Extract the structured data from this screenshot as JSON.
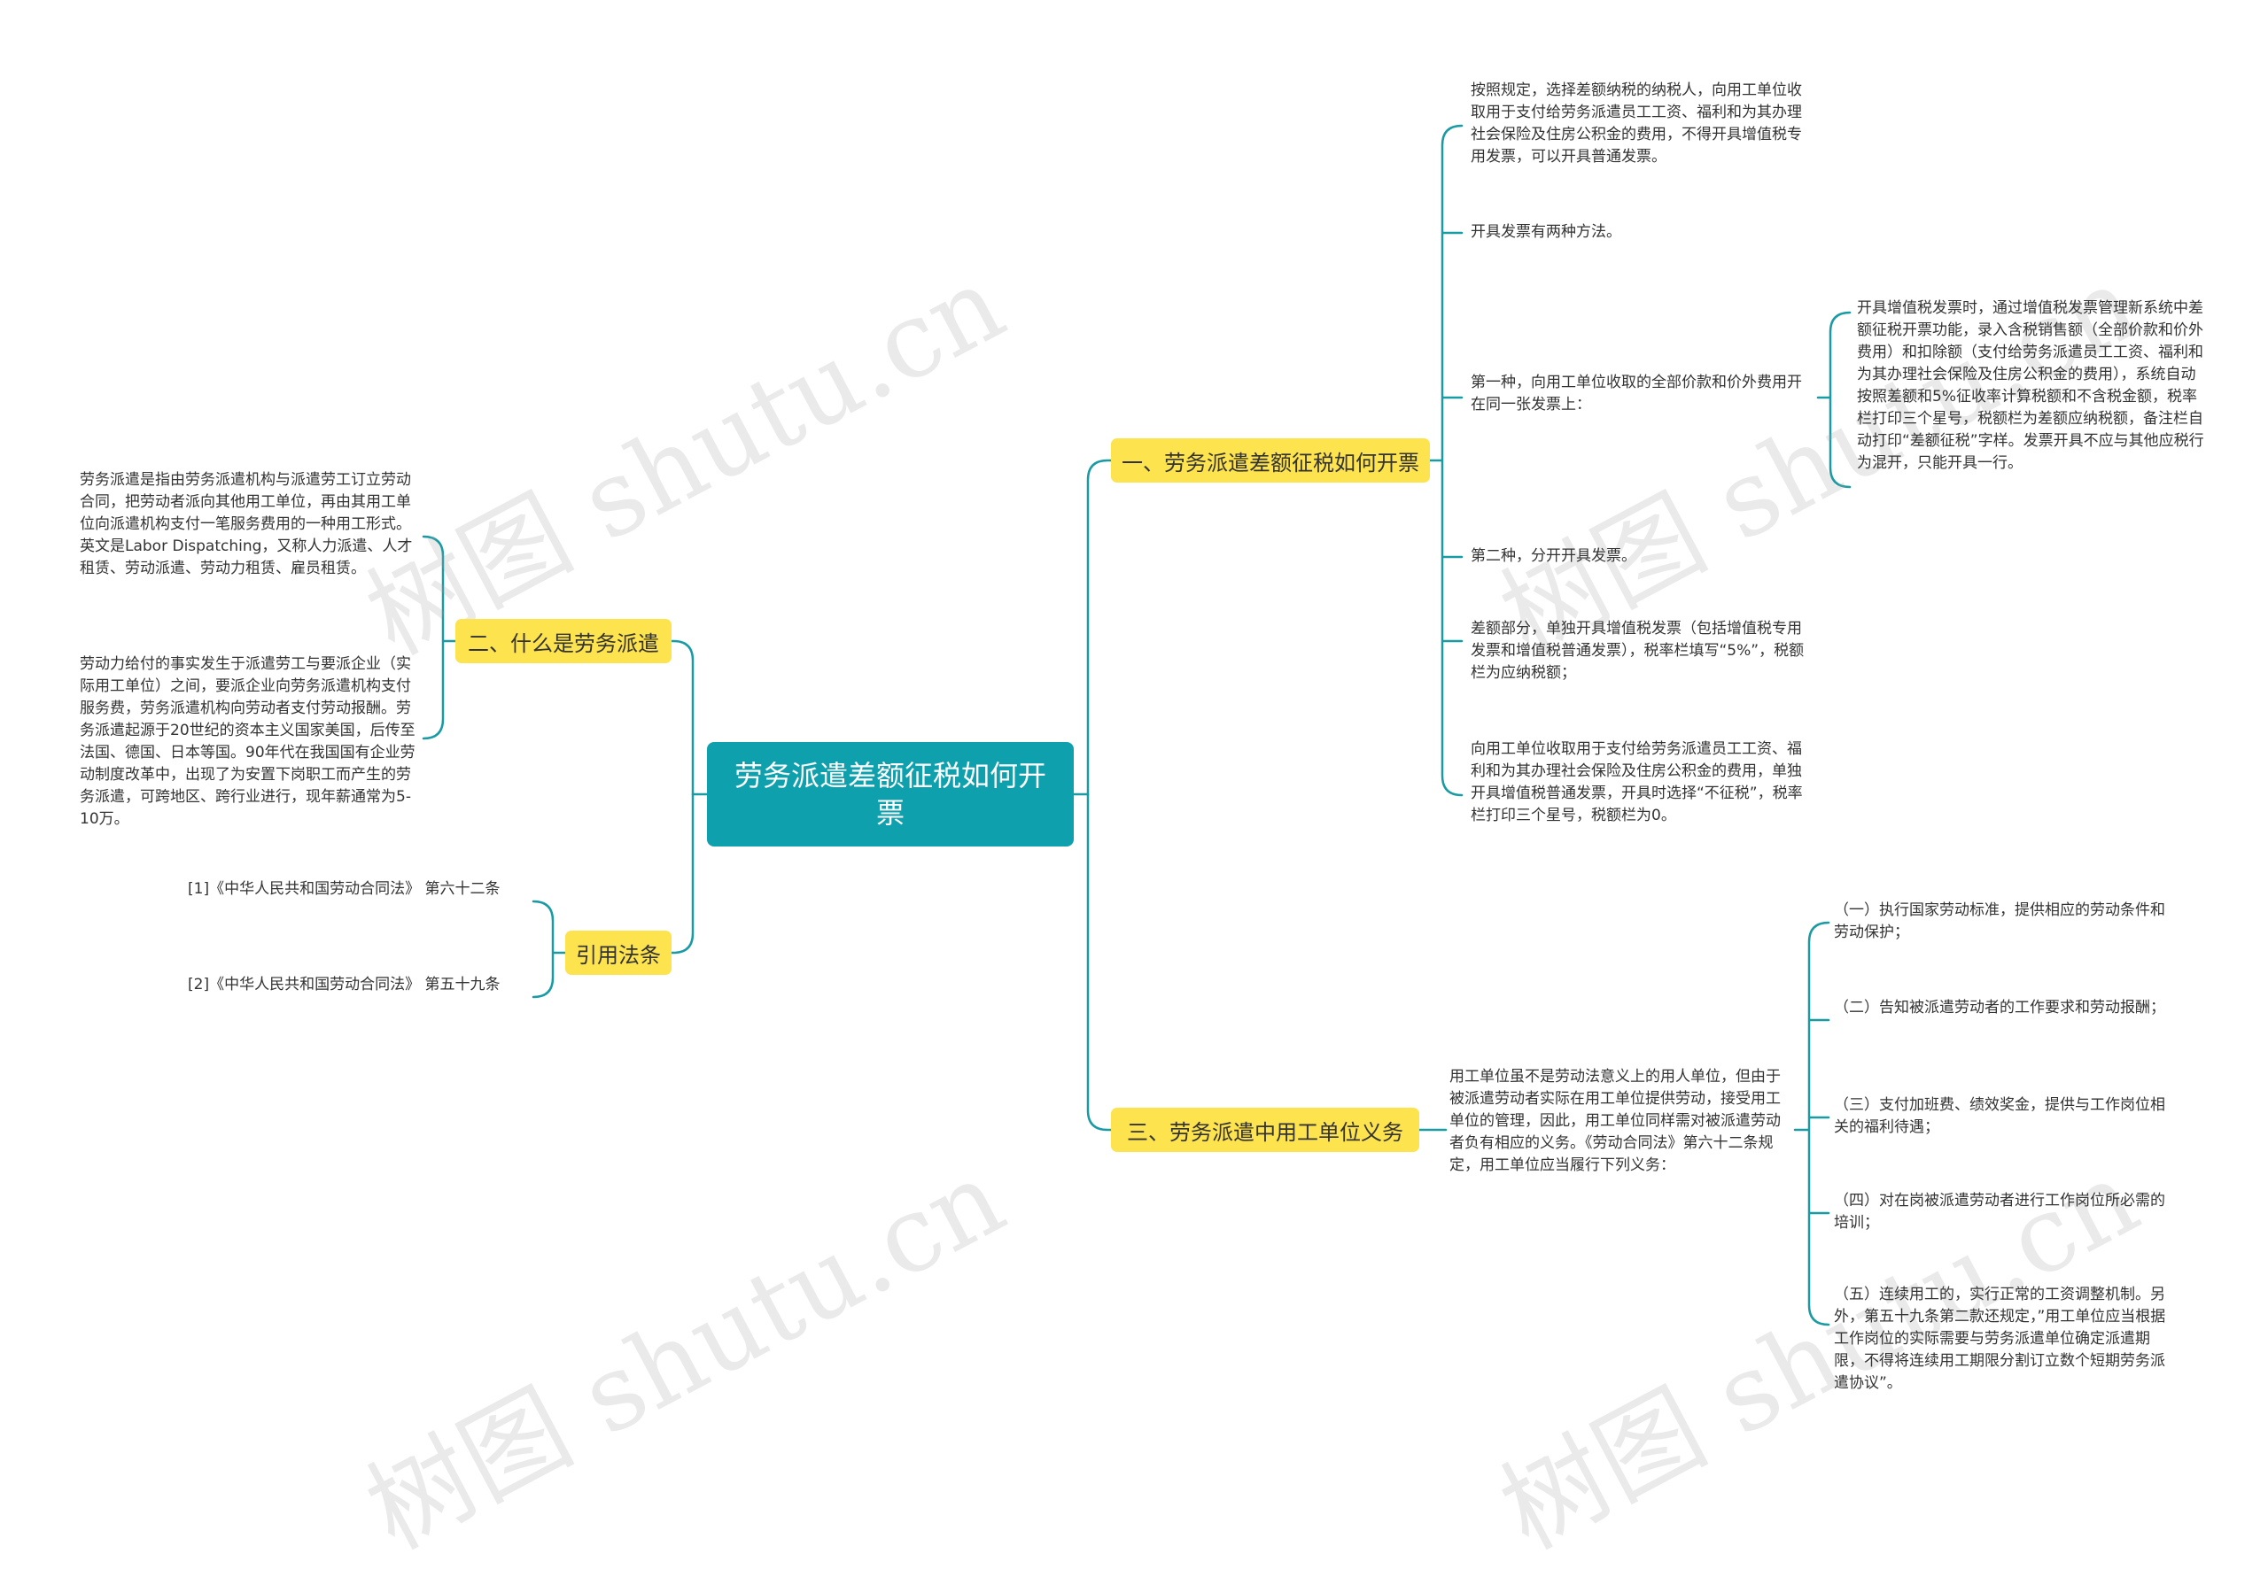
{
  "root": {
    "title": "劳务派遣差额征税如何开票"
  },
  "colors": {
    "root": "#0fa0ad",
    "branch": "#fde34e",
    "line": "#1a9ba4"
  },
  "branches": {
    "b1": {
      "label": "一、劳务派遣差额征税如何开票",
      "items": [
        "按照规定，选择差额纳税的纳税人，向用工单位收取用于支付给劳务派遣员工工资、福利和为其办理社会保险及住房公积金的费用，不得开具增值税专用发票，可以开具普通发票。",
        "开具发票有两种方法。",
        "第一种，向用工单位收取的全部价款和价外费用开在同一张发票上：",
        "第二种，分开开具发票。",
        "差额部分，单独开具增值税发票（包括增值税专用发票和增值税普通发票），税率栏填写“5%”，税额栏为应纳税额；",
        "向用工单位收取用于支付给劳务派遣员工工资、福利和为其办理社会保险及住房公积金的费用，单独开具增值税普通发票，开具时选择“不征税”，税率栏打印三个星号，税额栏为0。"
      ],
      "sub": "开具增值税发票时，通过增值税发票管理新系统中差额征税开票功能，录入含税销售额（全部价款和价外费用）和扣除额（支付给劳务派遣员工工资、福利和为其办理社会保险及住房公积金的费用），系统自动按照差额和5%征收率计算税额和不含税金额，税率栏打印三个星号，税额栏为差额应纳税额，备注栏自动打印“差额征税”字样。发票开具不应与其他应税行为混开，只能开具一行。"
    },
    "b2": {
      "label": "二、什么是劳务派遣",
      "items": [
        "劳务派遣是指由劳务派遣机构与派遣劳工订立劳动合同，把劳动者派向其他用工单位，再由其用工单位向派遣机构支付一笔服务费用的一种用工形式。英文是Labor Dispatching，又称人力派遣、人才租赁、劳动派遣、劳动力租赁、雇员租赁。",
        "劳动力给付的事实发生于派遣劳工与要派企业（实际用工单位）之间，要派企业向劳务派遣机构支付服务费，劳务派遣机构向劳动者支付劳动报酬。劳务派遣起源于20世纪的资本主义国家美国，后传至法国、德国、日本等国。90年代在我国国有企业劳动制度改革中，出现了为安置下岗职工而产生的劳务派遣，可跨地区、跨行业进行，现年薪通常为5-10万。"
      ]
    },
    "b3": {
      "label": "三、劳务派遣中用工单位义务",
      "intro": "用工单位虽不是劳动法意义上的用人单位，但由于被派遣劳动者实际在用工单位提供劳动，接受用工单位的管理，因此，用工单位同样需对被派遣劳动者负有相应的义务。《劳动合同法》第六十二条规定，用工单位应当履行下列义务：",
      "items": [
        "（一）执行国家劳动标准，提供相应的劳动条件和劳动保护；",
        "（二）告知被派遣劳动者的工作要求和劳动报酬；",
        "（三）支付加班费、绩效奖金，提供与工作岗位相关的福利待遇；",
        "（四）对在岗被派遣劳动者进行工作岗位所必需的培训；",
        "（五）连续用工的，实行正常的工资调整机制。另外，第五十九条第二款还规定，”用工单位应当根据工作岗位的实际需要与劳务派遣单位确定派遣期限，不得将连续用工期限分割订立数个短期劳务派遣协议”。"
      ]
    },
    "b4": {
      "label": "引用法条",
      "items": [
        "[1]《中华人民共和国劳动合同法》 第六十二条",
        "[2]《中华人民共和国劳动合同法》 第五十九条"
      ]
    }
  },
  "watermark": "树图 shutu.cn"
}
